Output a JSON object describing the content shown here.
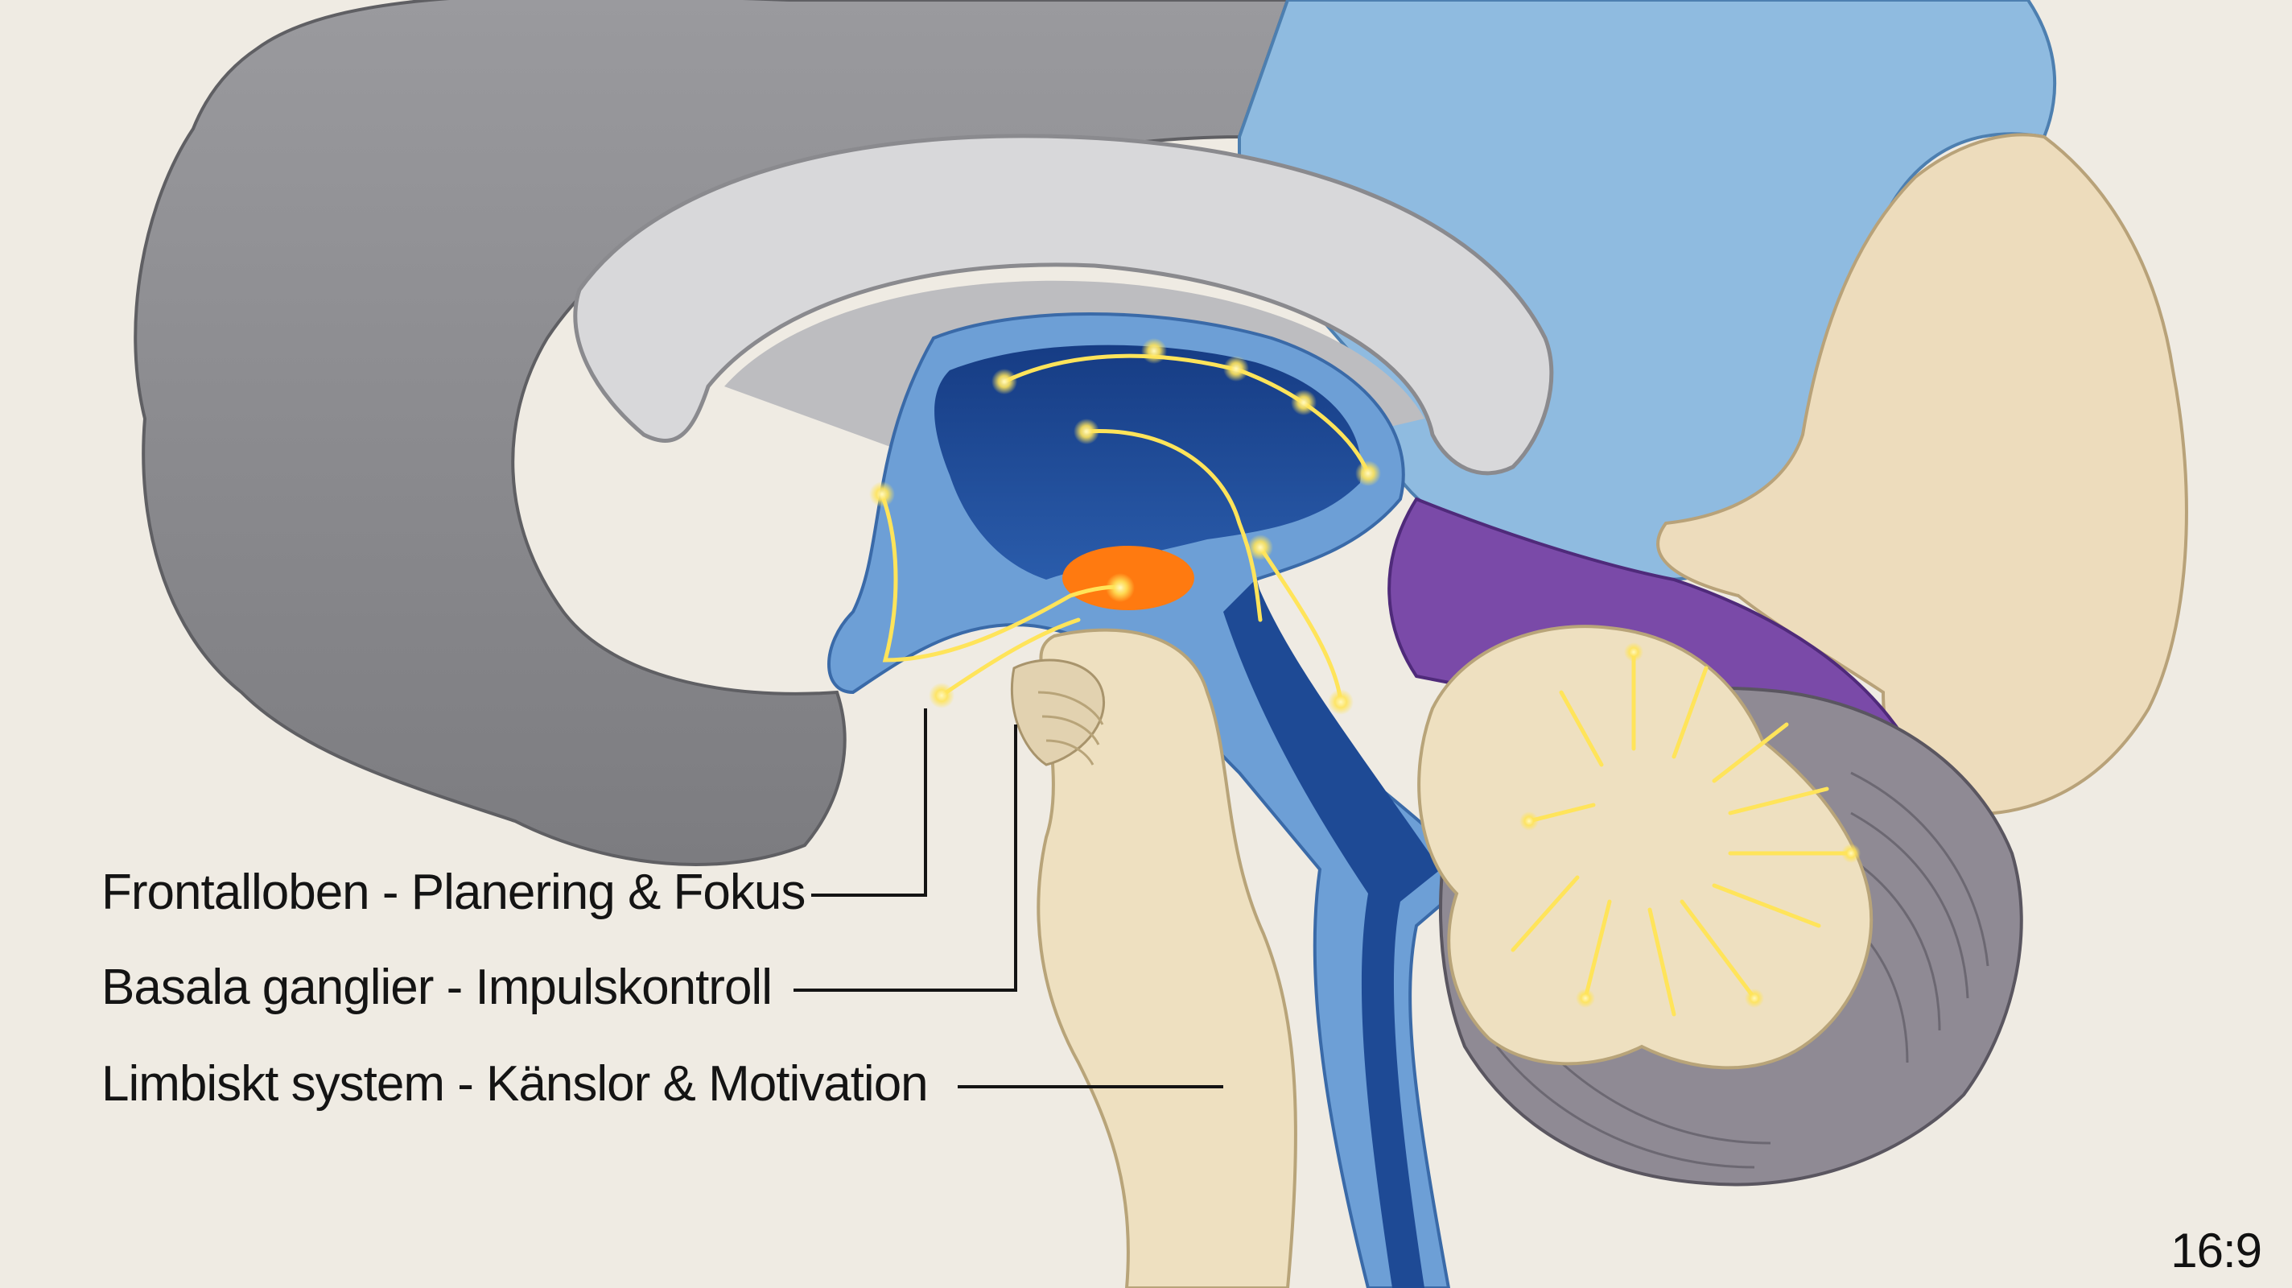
{
  "labels": [
    {
      "id": "frontal",
      "text": "Frontalloben - Planering & Fokus"
    },
    {
      "id": "basal",
      "text": "Basala ganglier - Impulskontroll"
    },
    {
      "id": "limbic",
      "text": "Limbiskt system - Känslor & Motivation"
    }
  ],
  "aspect_ratio_badge": "16:9",
  "colors": {
    "background": "#efebe3",
    "frontal_lobe": "#8f8f93",
    "parietal_lobe": "#8fbbe0",
    "occipital_lobe": "#eddcbc",
    "temporal_lobe": "#7a4aa8",
    "ventricle": "#1e4a95",
    "highlight": "#ff7a10",
    "pathway_glow": "#ffe45a",
    "brainstem": "#eee0c0",
    "cerebellum_outer": "#8f8a94",
    "leader_line": "#141414"
  }
}
